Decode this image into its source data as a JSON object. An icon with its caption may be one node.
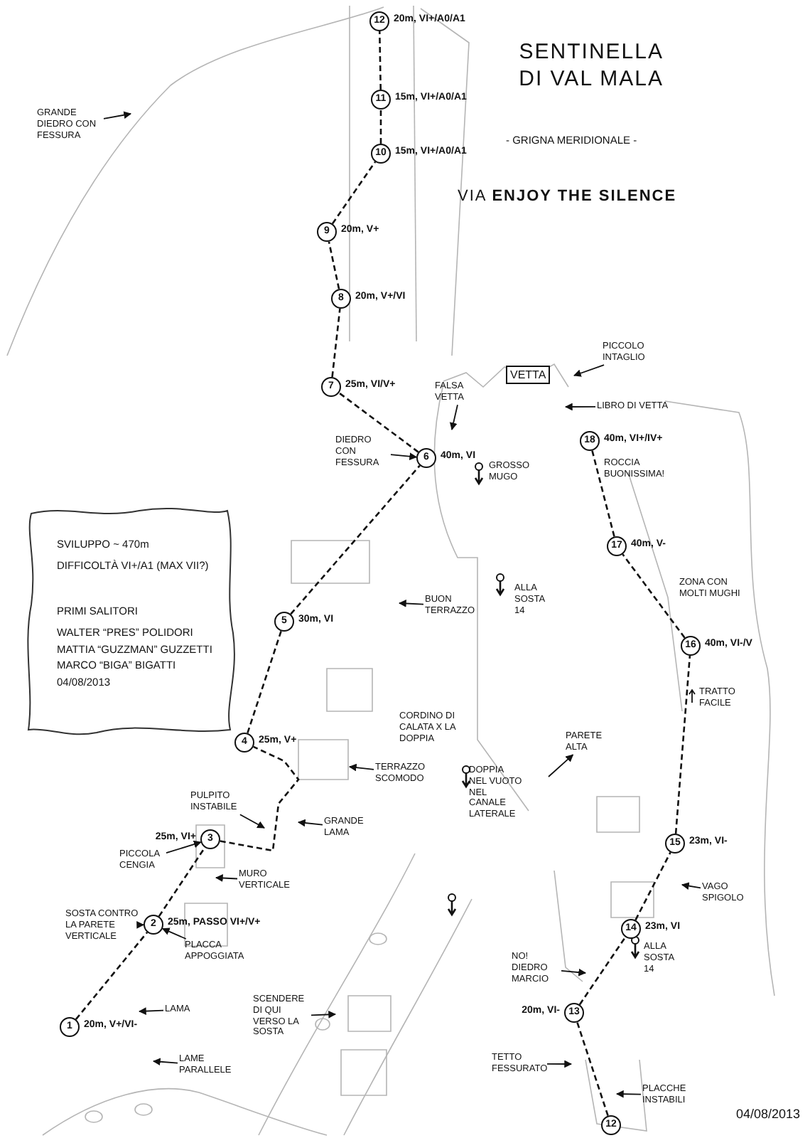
{
  "diagram": {
    "title": "SENTINELLA DI VAL MALA",
    "nodes": [
      {
        "text": [
          "1"
        ],
        "beside": [
          "20m, V+/VI-"
        ]
      },
      {
        "text": [
          "2"
        ],
        "beside": [
          "25m, PASSO VI+/V+"
        ]
      },
      {
        "text": [
          "3"
        ],
        "beside": [
          "25m, VI+"
        ]
      },
      {
        "text": [
          "4"
        ],
        "beside": [
          "25m, V+"
        ]
      },
      {
        "text": [
          "5"
        ],
        "beside": [
          "30m, VI"
        ]
      },
      {
        "text": [
          "6"
        ],
        "beside": [
          "40m, VI"
        ]
      },
      {
        "text": [
          "7"
        ],
        "beside": [
          "25m, VI/V+"
        ]
      },
      {
        "text": [
          "8"
        ],
        "beside": [
          "20m, V+/VI"
        ]
      },
      {
        "text": [
          "9"
        ],
        "beside": [
          "20m, V+"
        ]
      },
      {
        "text": [
          "10"
        ],
        "beside": [
          "15m, VI+/A0/A1"
        ]
      },
      {
        "text": [
          "11"
        ],
        "beside": [
          "15m, VI+/A0/A1"
        ]
      },
      {
        "text": [
          "12"
        ],
        "beside": [
          "20m, VI+/A0/A1"
        ]
      },
      {
        "text": [
          "12"
        ]
      },
      {
        "text": [
          "13"
        ],
        "beside": [
          "20m, VI-"
        ]
      },
      {
        "text": [
          "14"
        ],
        "beside": [
          "23m, VI"
        ]
      },
      {
        "text": [
          "15"
        ],
        "beside": [
          "23m, VI-"
        ]
      },
      {
        "text": [
          "16"
        ],
        "beside": [
          "40m, VI-/V"
        ]
      },
      {
        "text": [
          "17"
        ],
        "beside": [
          "40m, V-"
        ]
      },
      {
        "text": [
          "18"
        ],
        "beside": [
          "40m, VI+/IV+"
        ]
      },
      {
        "text": [
          "VETTA"
        ]
      },
      {
        "text": [
          "SVILUPPO ~ 470m",
          "DIFFICOLTÀ VI+/A1 (MAX VII?)",
          "PRIMI SALITORI",
          "WALTER “PRES” POLIDORI",
          "MATTIA “GUZZMAN” GUZZETTI",
          "MARCO “BIGA” BIGATTI",
          "04/08/2013"
        ]
      },
      {
        "text": [
          "GRANDE DIEDRO CON FESSURA"
        ]
      },
      {
        "text": [
          "DIEDRO CON FESSURA"
        ]
      },
      {
        "text": [
          "BUON TERRAZZO"
        ]
      },
      {
        "text": [
          "FALSA VETTA"
        ]
      },
      {
        "text": [
          "PICCOLO INTAGLIO"
        ]
      },
      {
        "text": [
          "LIBRO DI VETTA"
        ]
      },
      {
        "text": [
          "PARETE ALTA"
        ]
      },
      {
        "text": [
          "TERRAZZO SCOMODO"
        ]
      },
      {
        "text": [
          "GRANDE LAMA"
        ]
      },
      {
        "text": [
          "PULPITO INSTABILE"
        ]
      },
      {
        "text": [
          "PICCOLA CENGIA"
        ]
      },
      {
        "text": [
          "MURO VERTICALE"
        ]
      },
      {
        "text": [
          "SOSTA CONTRO LA PARETE VERTICALE"
        ]
      },
      {
        "text": [
          "PLACCA APPOGGIATA"
        ]
      },
      {
        "text": [
          "LAMA"
        ]
      },
      {
        "text": [
          "LAME PARALLELE"
        ]
      },
      {
        "text": [
          "SCENDERE DI QUI VERSO LA SOSTA"
        ]
      },
      {
        "text": [
          "NO! DIEDRO MARCIO"
        ]
      },
      {
        "text": [
          "VAGO SPIGOLO"
        ]
      },
      {
        "text": [
          "TETTO FESSURATO"
        ]
      },
      {
        "text": [
          "PLACCHE INSTABILI"
        ]
      }
    ],
    "edges": [
      {
        "from": 0,
        "to": 1,
        "arrow": "none",
        "style": "dashed"
      },
      {
        "from": 1,
        "to": 2,
        "arrow": "none",
        "style": "dashed"
      },
      {
        "from": 2,
        "to": 3,
        "arrow": "none",
        "style": "dashed"
      },
      {
        "from": 3,
        "to": 4,
        "arrow": "none",
        "style": "dashed"
      },
      {
        "from": 4,
        "to": 5,
        "arrow": "none",
        "style": "dashed"
      },
      {
        "from": 5,
        "to": 6,
        "arrow": "none",
        "style": "dashed"
      },
      {
        "from": 6,
        "to": 7,
        "arrow": "none",
        "style": "dashed"
      },
      {
        "from": 7,
        "to": 8,
        "arrow": "none",
        "style": "dashed"
      },
      {
        "from": 8,
        "to": 9,
        "arrow": "none",
        "style": "dashed"
      },
      {
        "from": 9,
        "to": 10,
        "arrow": "none",
        "style": "dashed"
      },
      {
        "from": 10,
        "to": 11,
        "arrow": "none",
        "style": "dashed"
      },
      {
        "from": 12,
        "to": 13,
        "arrow": "none",
        "style": "dashed"
      },
      {
        "from": 13,
        "to": 14,
        "arrow": "none",
        "style": "dashed"
      },
      {
        "from": 14,
        "to": 15,
        "arrow": "none",
        "style": "dashed"
      },
      {
        "from": 15,
        "to": 16,
        "arrow": "none",
        "style": "dashed"
      },
      {
        "from": 16,
        "to": 17,
        "arrow": "none",
        "style": "dashed"
      },
      {
        "from": 17,
        "to": 18,
        "arrow": "none",
        "style": "dashed"
      },
      {
        "from": 21,
        "to": null,
        "arrow": "to"
      },
      {
        "from": 22,
        "to": 5,
        "arrow": "to"
      },
      {
        "from": 23,
        "to": null,
        "arrow": "to"
      },
      {
        "from": 24,
        "to": null,
        "arrow": "to"
      },
      {
        "from": 25,
        "to": null,
        "arrow": "to"
      },
      {
        "from": 26,
        "to": null,
        "arrow": "to"
      },
      {
        "from": null,
        "to": 27,
        "arrow": "to"
      },
      {
        "from": 28,
        "to": null,
        "arrow": "to"
      },
      {
        "from": 29,
        "to": null,
        "arrow": "to"
      },
      {
        "from": 30,
        "to": null,
        "arrow": "to"
      },
      {
        "from": 31,
        "to": 2,
        "arrow": "to"
      },
      {
        "from": 32,
        "to": null,
        "arrow": "to"
      },
      {
        "from": 33,
        "to": 1,
        "arrow": "to"
      },
      {
        "from": 34,
        "to": 1,
        "arrow": "to"
      },
      {
        "from": 35,
        "to": null,
        "arrow": "to"
      },
      {
        "from": 36,
        "to": null,
        "arrow": "to"
      },
      {
        "from": 37,
        "to": null,
        "arrow": "to"
      },
      {
        "from": 38,
        "to": null,
        "arrow": "to"
      },
      {
        "from": 39,
        "to": null,
        "arrow": "to"
      },
      {
        "from": 40,
        "to": null,
        "arrow": "to"
      },
      {
        "from": 41,
        "to": null,
        "arrow": "to"
      }
    ],
    "labels": [
      "- GRIGNA MERIDIONALE -",
      "VIA **ENJOY THE SILENCE**",
      "GROSSO MUGO",
      "ROCCIA BUONISSIMA!",
      "ALLA SOSTA 14",
      "ZONA CON MOLTI MUGHI",
      "TRATTO FACILE",
      "CORDINO DI CALATA X LA DOPPIA",
      "DOPPIA NEL VUOTO NEL CANALE LATERALE",
      "ALLA SOSTA 14",
      "04/08/2013"
    ]
  }
}
